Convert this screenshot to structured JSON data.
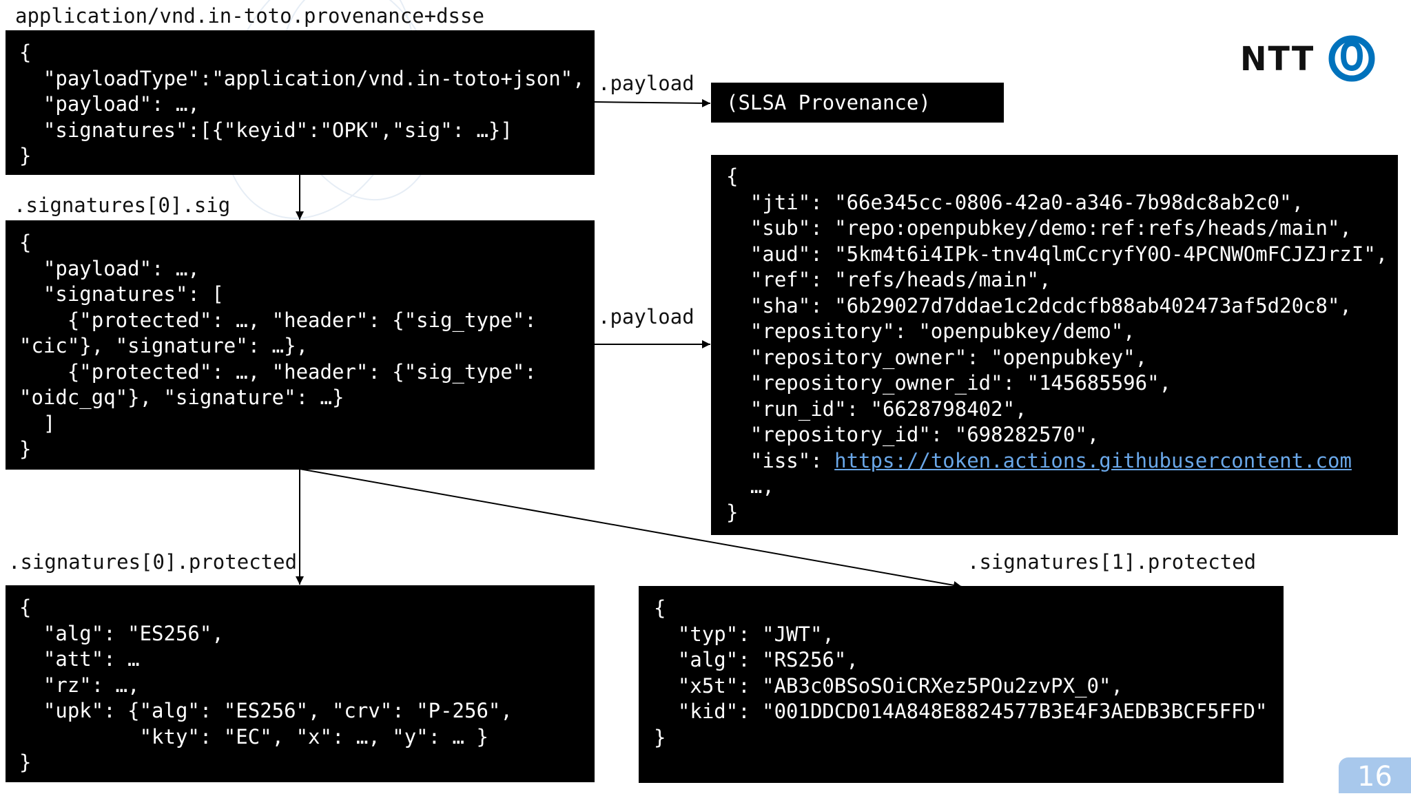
{
  "labels": {
    "media_type": "application/vnd.in-toto.provenance+dsse",
    "payload_top": ".payload",
    "sig0_sig": ".signatures[0].sig",
    "payload_mid": ".payload",
    "sig0_protected": ".signatures[0].protected",
    "sig1_protected": ".signatures[1].protected"
  },
  "boxes": {
    "dsse": "{\n  \"payloadType\":\"application/vnd.in-toto+json\",\n  \"payload\": …,\n  \"signatures\":[{\"keyid\":\"OPK\",\"sig\": …}]\n}",
    "slsa": "(SLSA Provenance)",
    "jws": "{\n  \"payload\": …,\n  \"signatures\": [\n    {\"protected\": …, \"header\": {\"sig_type\":\n\"cic\"}, \"signature\": …},\n    {\"protected\": …, \"header\": {\"sig_type\":\n\"oidc_gq\"}, \"signature\": …}\n  ]\n}",
    "claims_head": "{\n  \"jti\": \"66e345cc-0806-42a0-a346-7b98dc8ab2c0\",\n  \"sub\": \"repo:openpubkey/demo:ref:refs/heads/main\",\n  \"aud\": \"5km4t6i4IPk-tnv4qlmCcryfY0O-4PCNWOmFCJZJrzI\",\n  \"ref\": \"refs/heads/main\",\n  \"sha\": \"6b29027d7ddae1c2dcdcfb88ab402473af5d20c8\",\n  \"repository\": \"openpubkey/demo\",\n  \"repository_owner\": \"openpubkey\",\n  \"repository_owner_id\": \"145685596\",\n  \"run_id\": \"6628798402\",\n  \"repository_id\": \"698282570\",",
    "claims_iss_key": "  \"iss\": ",
    "claims_iss_url": "https://token.actions.githubusercontent.com",
    "claims_tail": "\n  …,\n}",
    "cic": "{\n  \"alg\": \"ES256\",\n  \"att\": …\n  \"rz\": …,\n  \"upk\": {\"alg\": \"ES256\", \"crv\": \"P-256\",\n          \"kty\": \"EC\", \"x\": …, \"y\": … }\n}",
    "oidc": "{\n  \"typ\": \"JWT\",\n  \"alg\": \"RS256\",\n  \"x5t\": \"AB3c0BSoSOiCRXez5POu2zvPX_0\",\n  \"kid\": \"001DDCD014A848E8824577B3E4F3AEDB3BCF5FFD\"\n}"
  },
  "logo": {
    "text": "NTT",
    "icon": "ntt-logo-icon"
  },
  "page_number": "16",
  "colors": {
    "box_bg": "#000000",
    "link": "#6aa7e8",
    "logo_blue": "#0072bc",
    "page_number_bg": "#a8c8ec"
  }
}
